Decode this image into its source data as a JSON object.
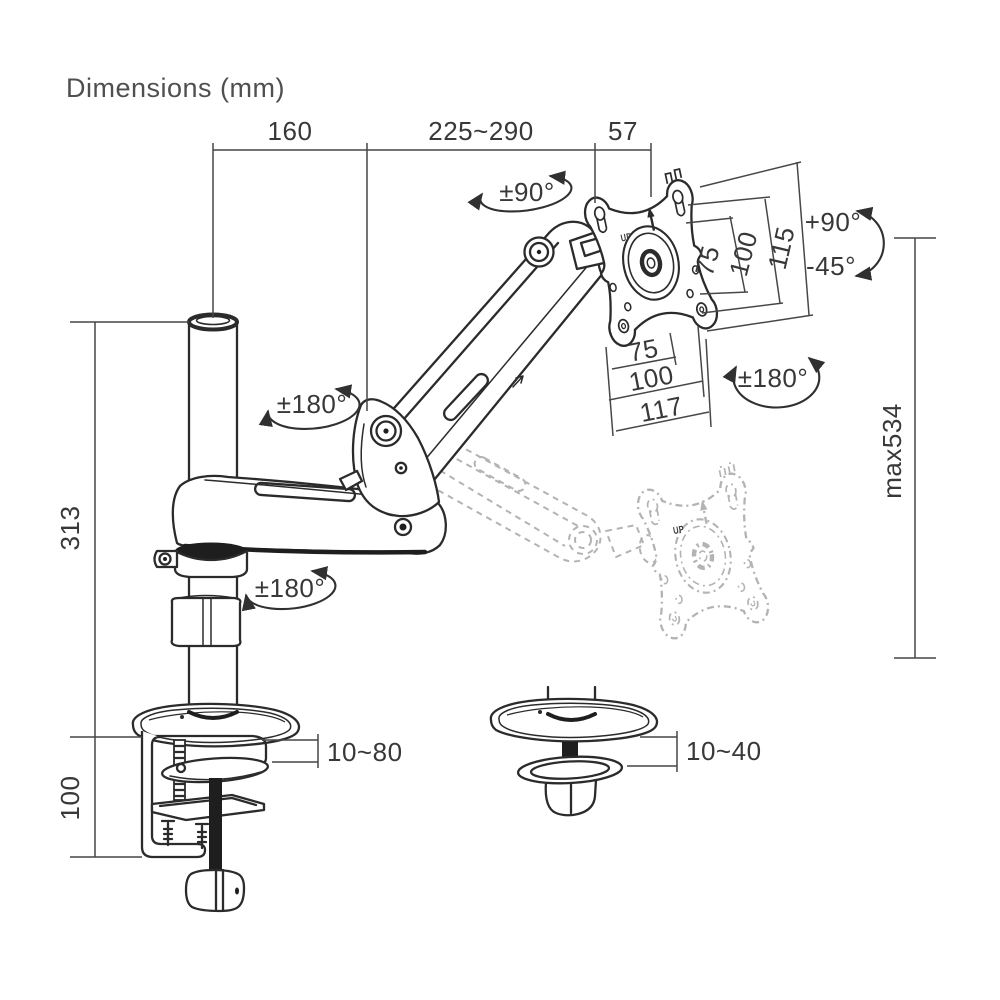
{
  "title": "Dimensions (mm)",
  "colors": {
    "ink": "#2b2b2b",
    "dim_line": "#474747",
    "ghost": "#b3b3b3",
    "text": "#383838"
  },
  "labels": {
    "top_dims": [
      "160",
      "225~290",
      "57"
    ],
    "pole_height": "313",
    "clamp_height": "100",
    "max_height": "max534",
    "clamp_thickness_range": "10~80",
    "grommet_thickness_range": "10~40",
    "vesa_side_dims": [
      "75",
      "100",
      "115"
    ],
    "vesa_bottom_dims": [
      "75",
      "100",
      "117"
    ],
    "head_swivel": "±90°",
    "tilt_up": "+90°",
    "tilt_down": "-45°",
    "vesa_rotate": "±180°",
    "arm_rotate": "±180°",
    "pole_rotate": "±180°",
    "up_marking": "UP"
  }
}
